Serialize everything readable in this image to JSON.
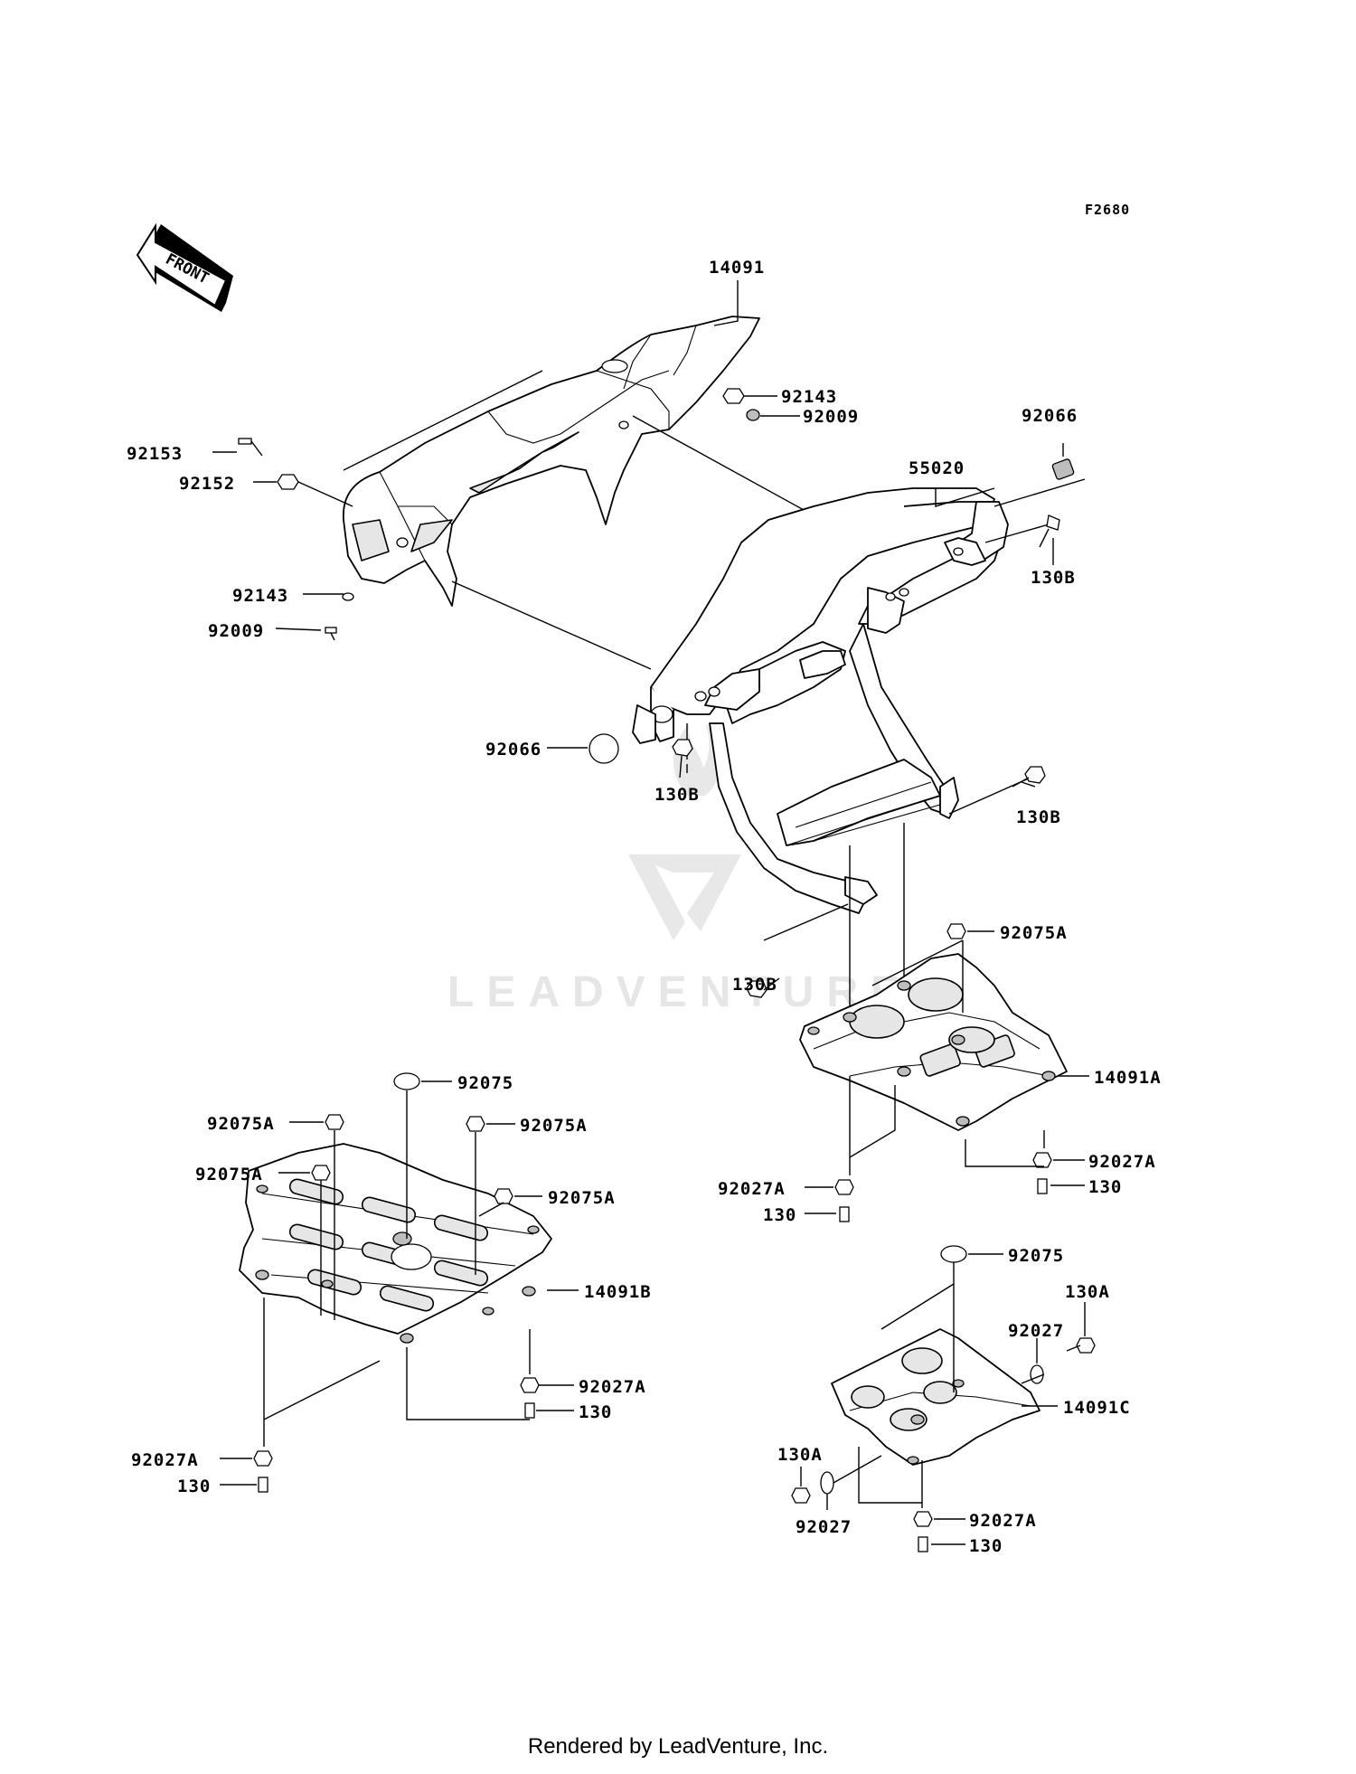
{
  "figure_code": "F2680",
  "front_badge": "FRONT",
  "watermark": "LEADVENTURE",
  "footer": "Rendered by LeadVenture, Inc.",
  "labels": {
    "l14091": "14091",
    "l92143_top": "92143",
    "l92009_top": "92009",
    "l92066_top": "92066",
    "l55020": "55020",
    "l92153": "92153",
    "l92152": "92152",
    "l130B_1": "130B",
    "l92143_left": "92143",
    "l92009_left": "92009",
    "l92066_left": "92066",
    "l130B_2": "130B",
    "l130B_3": "130B",
    "l92075A_r": "92075A",
    "l130B_4": "130B",
    "l14091A": "14091A",
    "l92075_l": "92075",
    "l92075A_l1": "92075A",
    "l92075A_l2": "92075A",
    "l92075A_l3": "92075A",
    "l92075A_l4": "92075A",
    "l92027A_r1": "92027A",
    "l130_r1": "130",
    "l92027A_r2": "92027A",
    "l130_r2": "130",
    "l14091B": "14091B",
    "l92027A_l1": "92027A",
    "l130_l1": "130",
    "l92075_r": "92075",
    "l130A_r": "130A",
    "l92027_r1": "92027",
    "l14091C": "14091C",
    "l92027A_l2": "92027A",
    "l130_l2": "130",
    "l130A_l": "130A",
    "l92027_r2": "92027",
    "l92027A_r3": "92027A",
    "l130_r3": "130"
  }
}
